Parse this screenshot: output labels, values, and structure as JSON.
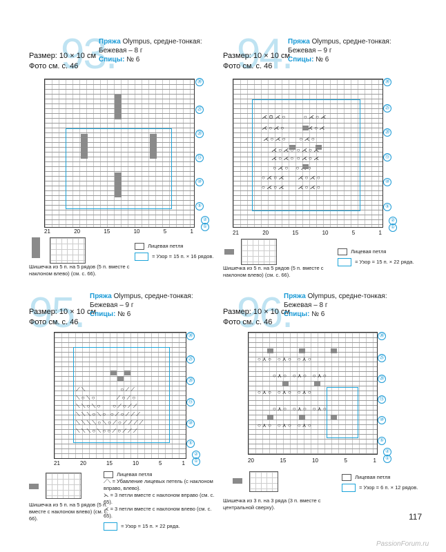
{
  "page_number": "117",
  "watermark": "PassionForum.ru",
  "common": {
    "size": "Размер: 10 × 10 см",
    "knit": "Лицевая петля",
    "yarn_label": "Пряжа",
    "needles_label": "Спицы:",
    "row_marks": [
      "①",
      "②",
      "⑤",
      "⑩",
      "⑮",
      "⑳",
      "㉕",
      "㉚"
    ]
  },
  "blocks": [
    {
      "number": "93.",
      "yarn": "Olympus, средне-тонкая:",
      "color": "Бежевая – 8 г",
      "needles": "№ 6",
      "photo": "Фото см. с. 46",
      "col_numbers": [
        "21",
        "20",
        "15",
        "10",
        "5",
        "1"
      ],
      "pattern_note": "= Узор = 15 п. × 16 рядов.",
      "caption": "Шишечка из 5 п. на 5 рядов (5 п. вместе с наклоном влево) (см. с. 66)."
    },
    {
      "number": "94.",
      "yarn": "Olympus, средне-тонкая:",
      "color": "Бежевая – 9 г",
      "needles": "№ 6",
      "photo": "Фото см. с. 46",
      "col_numbers": [
        "21",
        "20",
        "15",
        "10",
        "5",
        "1"
      ],
      "pattern_note": "= Узор = 15 п. × 22 ряда.",
      "caption": "Шишечка из 5 п. на 5 рядов (5 п. вместе с наклоном влево) (см. с. 66)."
    },
    {
      "number": "95.",
      "yarn": "Olympus, средне-тонкая:",
      "color": "Бежевая – 9 г",
      "needles": "№ 6",
      "photo": "Фото см. с. 46",
      "col_numbers": [
        "21",
        "20",
        "15",
        "10",
        "5",
        "1"
      ],
      "pattern_note": "= Узор = 15 п. × 22 ряда.",
      "legend_extra": [
        "= Убавление лицевых петель (с наклоном вправо, влево).",
        "= 3 петли вместе с наклоном вправо (см. с. 65).",
        "= 3 петли вместе с наклоном влево (см. с. 65)."
      ],
      "caption": "Шишечка из 5 п. на 5 рядов (5 п. вместе с наклоном влево) (см. с. 66)."
    },
    {
      "number": "96.",
      "yarn": "Olympus, средне-тонкая:",
      "color": "Бежевая – 8 г",
      "needles": "№ 6",
      "photo": "Фото см. с. 46",
      "col_numbers": [
        "20",
        "15",
        "10",
        "5",
        "1"
      ],
      "pattern_note": "= Узор = 6 п. × 12 рядов.",
      "caption": "Шишечка из 3 п. на 3 ряда (3 п. вместе с центральной сверху)."
    }
  ]
}
